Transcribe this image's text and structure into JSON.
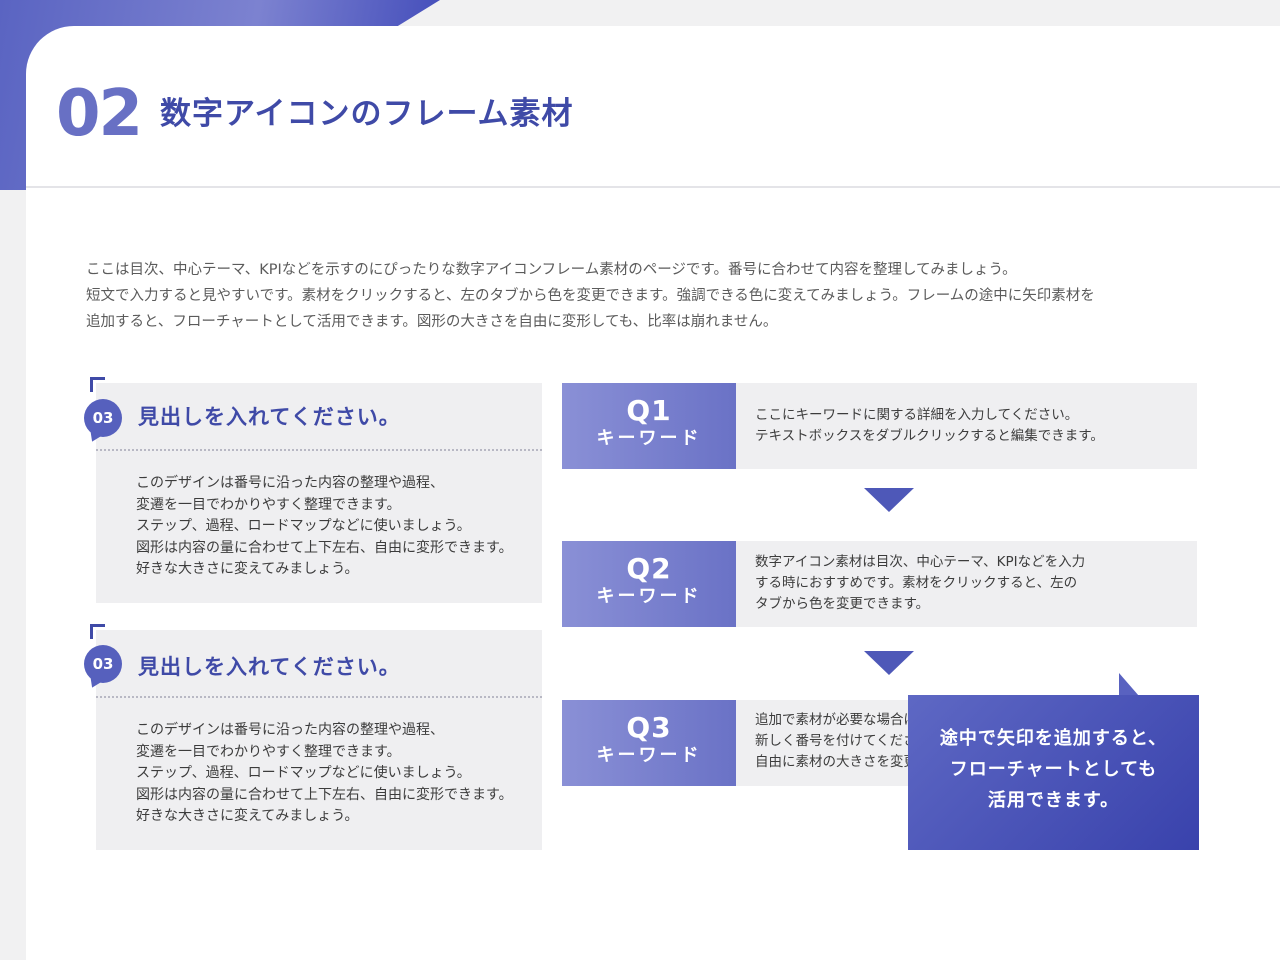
{
  "header": {
    "section_number": "02",
    "title": "数字アイコンのフレーム素材"
  },
  "intro": [
    "ここは目次、中心テーマ、KPIなどを示すのにぴったりな数字アイコンフレーム素材のページです。番号に合わせて内容を整理してみましょう。",
    "短文で入力すると見やすいです。素材をクリックすると、左のタブから色を変更できます。強調できる色に変えてみましょう。フレームの途中に矢印素材を",
    "追加すると、フローチャートとして活用できます。図形の大きさを自由に変形しても、比率は崩れません。"
  ],
  "cards": [
    {
      "badge": "03",
      "heading": "見出しを入れてください。",
      "lines": [
        "このデザインは番号に沿った内容の整理や過程、",
        "変遷を一目でわかりやすく整理できます。",
        "ステップ、過程、ロードマップなどに使いましょう。",
        "図形は内容の量に合わせて上下左右、自由に変形できます。",
        "好きな大きさに変えてみましょう。"
      ]
    },
    {
      "badge": "03",
      "heading": "見出しを入れてください。",
      "lines": [
        "このデザインは番号に沿った内容の整理や過程、",
        "変遷を一目でわかりやすく整理できます。",
        "ステップ、過程、ロードマップなどに使いましょう。",
        "図形は内容の量に合わせて上下左右、自由に変形できます。",
        "好きな大きさに変えてみましょう。"
      ]
    }
  ],
  "questions": [
    {
      "number": "Q1",
      "keyword": "キーワード",
      "lines": [
        "ここにキーワードに関する詳細を入力してください。",
        "テキストボックスをダブルクリックすると編集できます。"
      ]
    },
    {
      "number": "Q2",
      "keyword": "キーワード",
      "lines": [
        "数字アイコン素材は目次、中心テーマ、KPIなどを入力",
        "する時におすすめです。素材をクリックすると、左の",
        "タブから色を変更できます。"
      ]
    },
    {
      "number": "Q3",
      "keyword": "キーワード",
      "lines": [
        "追加で素材が必要な場合は",
        "新しく番号を付けてくださ",
        "自由に素材の大きさを変更"
      ]
    }
  ],
  "callout": {
    "lines": [
      "途中で矢印を追加すると、",
      "フローチャートとしても",
      "活用できます。"
    ]
  },
  "colors": {
    "accent": "#3f4aa7",
    "accent_light": "#6870c4",
    "panel": "#efeff1"
  }
}
